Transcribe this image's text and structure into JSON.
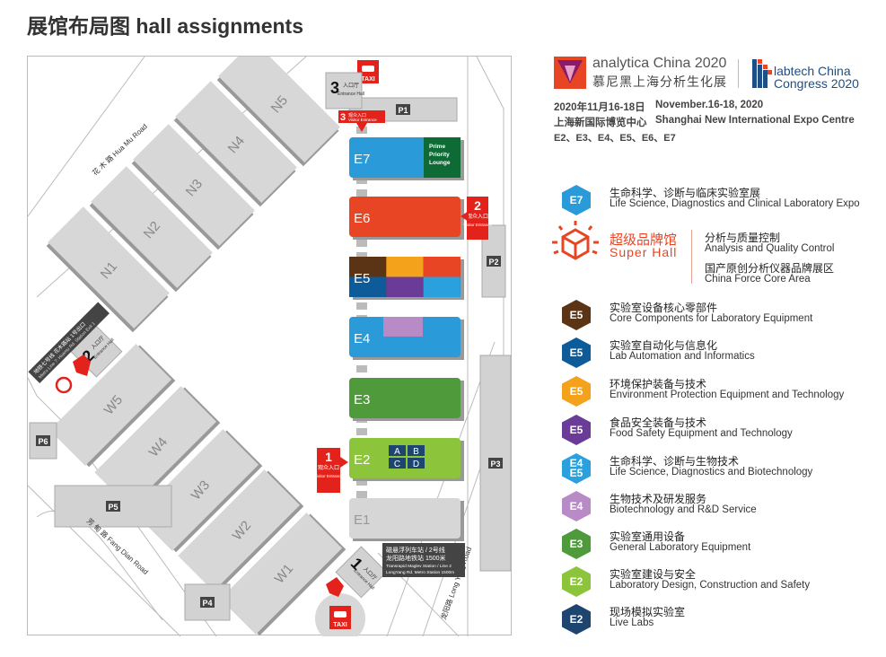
{
  "title": "展馆布局图  hall assignments",
  "header": {
    "analytica": "analytica China 2020",
    "analytica_zh": "慕尼黑上海分析生化展",
    "labtech1": "labtech China",
    "labtech2": "Congress 2020",
    "date_zh": "2020年11月16-18日",
    "date_en": "November.16-18, 2020",
    "venue_zh": "上海新国际博览中心",
    "venue_en": "Shanghai New International Expo Centre",
    "halls": "E2、E3、E4、E5、E6、E7"
  },
  "map": {
    "n_halls": [
      "N1",
      "N2",
      "N3",
      "N4",
      "N5"
    ],
    "w_halls": [
      "W5",
      "W4",
      "W3",
      "W2",
      "W1"
    ],
    "e_halls": [
      {
        "label": "E7",
        "color": "#2a9ad8"
      },
      {
        "label": "E6",
        "color": "#e84524"
      },
      {
        "label": "E5",
        "color": "#5a3414"
      },
      {
        "label": "E4",
        "color": "#2a9ad8"
      },
      {
        "label": "E3",
        "color": "#4f9a3a"
      },
      {
        "label": "E2",
        "color": "#8cc43c"
      },
      {
        "label": "E1",
        "color": "#d6d6d6"
      }
    ],
    "e5_blocks": [
      "#5a3414",
      "#f4a21c",
      "#e84524",
      "#0e5b9a",
      "#6b3b98",
      "#2aa0dc"
    ],
    "e4_block": "#b98bc6",
    "e7_lounge": {
      "text": "Prime Priority Lounge",
      "color": "#0e6b36"
    },
    "e2_zones": [
      "A",
      "B",
      "C",
      "D"
    ],
    "parking": [
      "P1",
      "P2",
      "P3",
      "P4",
      "P5",
      "P6"
    ],
    "roads": {
      "huamu": "花 木 路  Hua Mu Road",
      "fangdian": "芳 甸 路  Fang Dian Road",
      "longyang": "龙阳路  Long Yang Road"
    },
    "taxi": "TAXI",
    "entrance_halls": [
      {
        "num": "1",
        "zh": "入口厅",
        "en": "Entrance Hall"
      },
      {
        "num": "2",
        "zh": "入口厅",
        "en": "Entrance Hall"
      },
      {
        "num": "3",
        "zh": "入口厅",
        "en": "Entrance Hall"
      }
    ],
    "visitor_entrances": [
      {
        "num": "1",
        "zh": "观众入口",
        "en": "Visitor Entrance"
      },
      {
        "num": "2",
        "zh": "观众入口",
        "en": "Visitor Entrance"
      },
      {
        "num": "3",
        "zh": "观众入口",
        "en": "Visitor Entrance"
      }
    ],
    "metro2": {
      "zh": "地铁七号线 花木路站 1号出口",
      "en": "Metro Line 7: Huamu Rd. Station Exit 1"
    },
    "maglev": {
      "zh1": "磁悬浮列车站 / 2号线",
      "zh2": "龙阳路地铁站 1500米",
      "en1": "Transrapid Maglev Station / Line 2",
      "en2": "LongYang Rd. Metro Station 1500m"
    }
  },
  "superhall": {
    "zh": "超级品牌馆",
    "en": "Super Hall",
    "a_zh": "分析与质量控制",
    "a_en": "Analysis and Quality Control",
    "b_zh": "国产原创分析仪器品牌展区",
    "b_en": "China Force Core Area"
  },
  "legend": [
    {
      "hall": "E7",
      "color": "#2a9ad8",
      "zh": "生命科学、诊断与临床实验室展",
      "en": "Life Science, Diagnostics and Clinical Laboratory Expo"
    },
    {
      "hall": "E5",
      "color": "#5a3414",
      "zh": "实验室设备核心零部件",
      "en": "Core Components for Laboratory Equipment"
    },
    {
      "hall": "E5",
      "color": "#0e5b9a",
      "zh": "实验室自动化与信息化",
      "en": "Lab Automation and Informatics"
    },
    {
      "hall": "E5",
      "color": "#f4a21c",
      "zh": "环境保护装备与技术",
      "en": "Environment Protection Equipment and Technology"
    },
    {
      "hall": "E5",
      "color": "#6b3b98",
      "zh": "食品安全装备与技术",
      "en": "Food Safety Equipment and Technology"
    },
    {
      "hall": "E4 E5",
      "color": "#2aa0dc",
      "zh": "生命科学、诊断与生物技术",
      "en": "Life Science, Diagnostics and Biotechnology"
    },
    {
      "hall": "E4",
      "color": "#b98bc6",
      "zh": "生物技术及研发服务",
      "en": "Biotechnology and R&D Service"
    },
    {
      "hall": "E3",
      "color": "#4f9a3a",
      "zh": "实验室通用设备",
      "en": "General Laboratory Equipment"
    },
    {
      "hall": "E2",
      "color": "#8cc43c",
      "zh": "实验室建设与安全",
      "en": "Laboratory Design, Construction and Safety"
    },
    {
      "hall": "E2",
      "color": "#1e4470",
      "zh": "现场模拟实验室",
      "en": "Live Labs"
    }
  ]
}
